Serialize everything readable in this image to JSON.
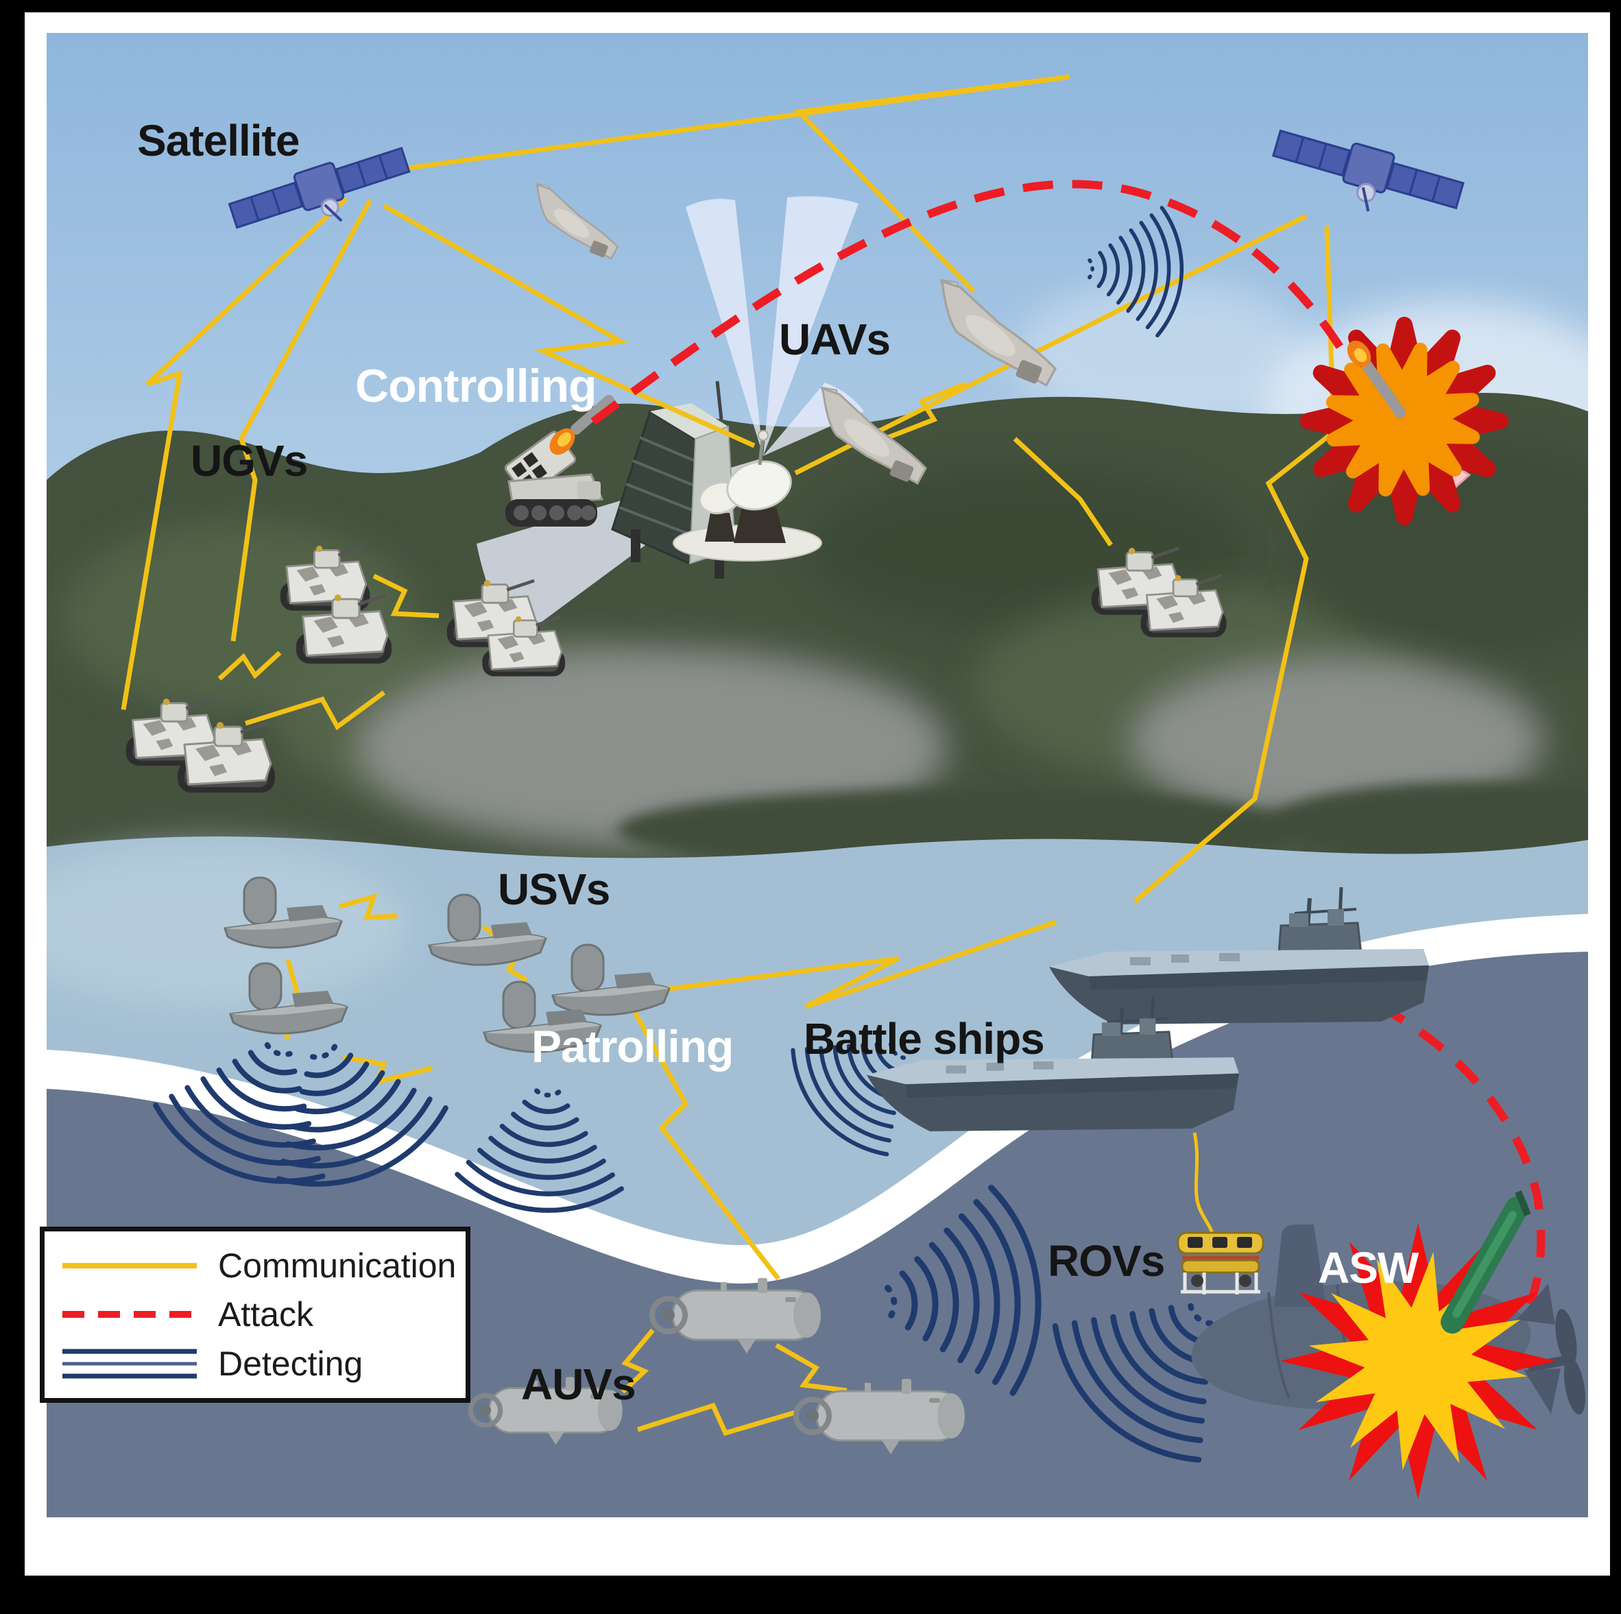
{
  "figure": {
    "labels": {
      "satellite": "Satellite",
      "ugvs": "UGVs",
      "controlling": "Controlling",
      "uavs": "UAVs",
      "usvs": "USVs",
      "patrolling": "Patrolling",
      "battle_ships": "Battle ships",
      "rovs": "ROVs",
      "asw": "ASW",
      "auvs": "AUVs"
    },
    "legend": {
      "items": [
        {
          "label": "Communication",
          "style": "solid-line",
          "color": "#F2C117"
        },
        {
          "label": "Attack",
          "style": "dashed-line",
          "color": "#EE1C24"
        },
        {
          "label": "Detecting",
          "style": "triple-line",
          "color": "#1F3A6E"
        }
      ]
    },
    "colors": {
      "communication": "#F2C117",
      "attack": "#EE1C24",
      "detecting": "#1F3A6E",
      "sky": "#9DC1E2",
      "surface_water": "#A4BFD3",
      "deep_water": "#68778F",
      "hills": "#44523E"
    }
  }
}
